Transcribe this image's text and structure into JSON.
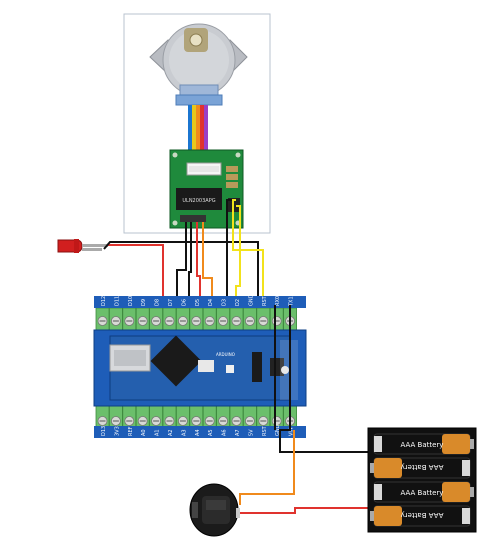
{
  "driver_board": {
    "chip_label": "ULN2003APG"
  },
  "nano": {
    "top_pins": [
      "D12",
      "D11",
      "D10",
      "D9",
      "D8",
      "D7",
      "D6",
      "D5",
      "D4",
      "D3",
      "D2",
      "GND",
      "RST",
      "RX0",
      "TX1"
    ],
    "bottom_pins": [
      "D13",
      "3V3",
      "REF",
      "A0",
      "A1",
      "A2",
      "A3",
      "A4",
      "A5",
      "A6",
      "A7",
      "5V",
      "RST",
      "GND",
      "VIN"
    ],
    "chip_text": "ARDUINO"
  },
  "battery_pack": {
    "cells": [
      "AAA Battery",
      "AAA Battery",
      "AAA Battery",
      "AAA Battery"
    ]
  },
  "colors": {
    "terminal_green": "#6bbf6b",
    "board_blue": "#1e5db8",
    "wire_red": "#e0332e",
    "wire_black": "#111111",
    "wire_yellow": "#f2e21b",
    "wire_orange": "#f08a1c",
    "motor_gray": "#c9ccd1"
  }
}
